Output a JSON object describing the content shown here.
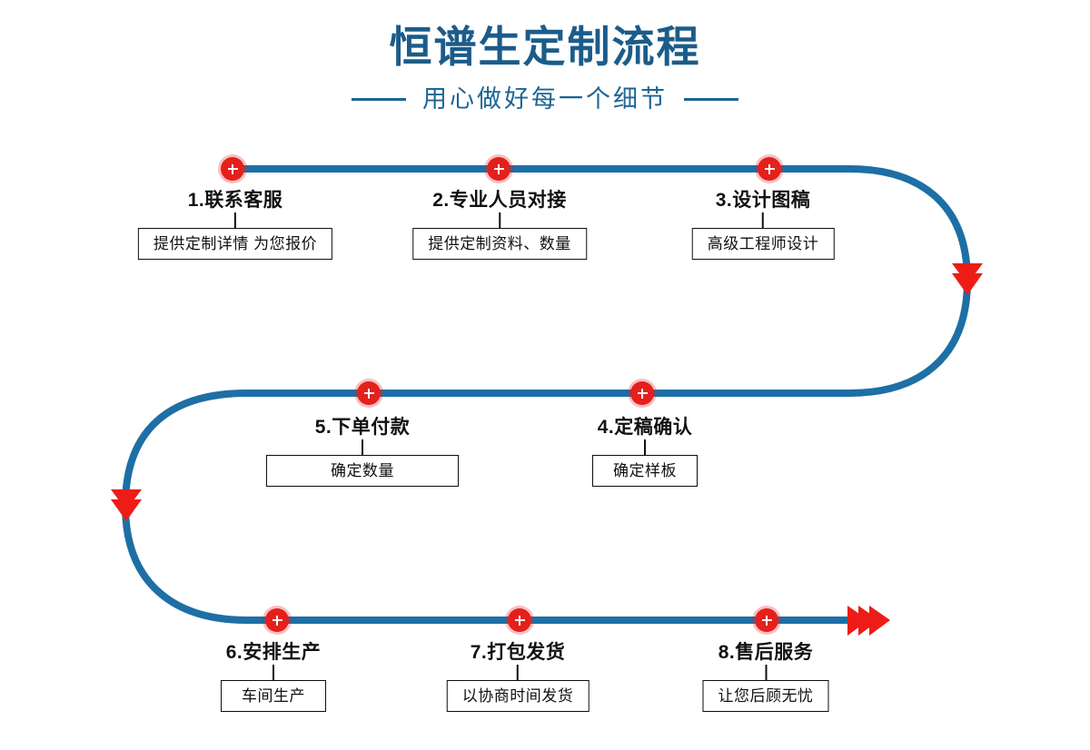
{
  "header": {
    "title": "恒谱生定制流程",
    "subtitle": "用心做好每一个细节"
  },
  "colors": {
    "title_blue": "#1B5C8A",
    "subtitle_blue": "#1D6596",
    "track_blue": "#1D6FA5",
    "node_red": "#E4201D",
    "arrow_red": "#EE1C16",
    "box_border": "#0d0d0d"
  },
  "flow": {
    "rows": [
      {
        "row": 1,
        "direction": "left-to-right",
        "steps": [
          {
            "id": 1,
            "label": "1.联系客服",
            "detail": "提供定制详情 为您报价"
          },
          {
            "id": 2,
            "label": "2.专业人员对接",
            "detail": "提供定制资料、数量"
          },
          {
            "id": 3,
            "label": "3.设计图稿",
            "detail": "高级工程师设计"
          }
        ]
      },
      {
        "row": 2,
        "direction": "right-to-left",
        "steps": [
          {
            "id": 5,
            "label": "5.下单付款",
            "detail": "确定数量"
          },
          {
            "id": 4,
            "label": "4.定稿确认",
            "detail": "确定样板"
          }
        ]
      },
      {
        "row": 3,
        "direction": "left-to-right",
        "steps": [
          {
            "id": 6,
            "label": "6.安排生产",
            "detail": "车间生产"
          },
          {
            "id": 7,
            "label": "7.打包发货",
            "detail": "以协商时间发货"
          },
          {
            "id": 8,
            "label": "8.售后服务",
            "detail": "让您后顾无忧"
          }
        ]
      }
    ],
    "arrows": [
      {
        "name": "right-turn-arrow",
        "direction": "down",
        "chevrons": 2
      },
      {
        "name": "left-turn-arrow",
        "direction": "down",
        "chevrons": 2
      },
      {
        "name": "end-arrow",
        "direction": "right",
        "chevrons": 3
      }
    ]
  }
}
